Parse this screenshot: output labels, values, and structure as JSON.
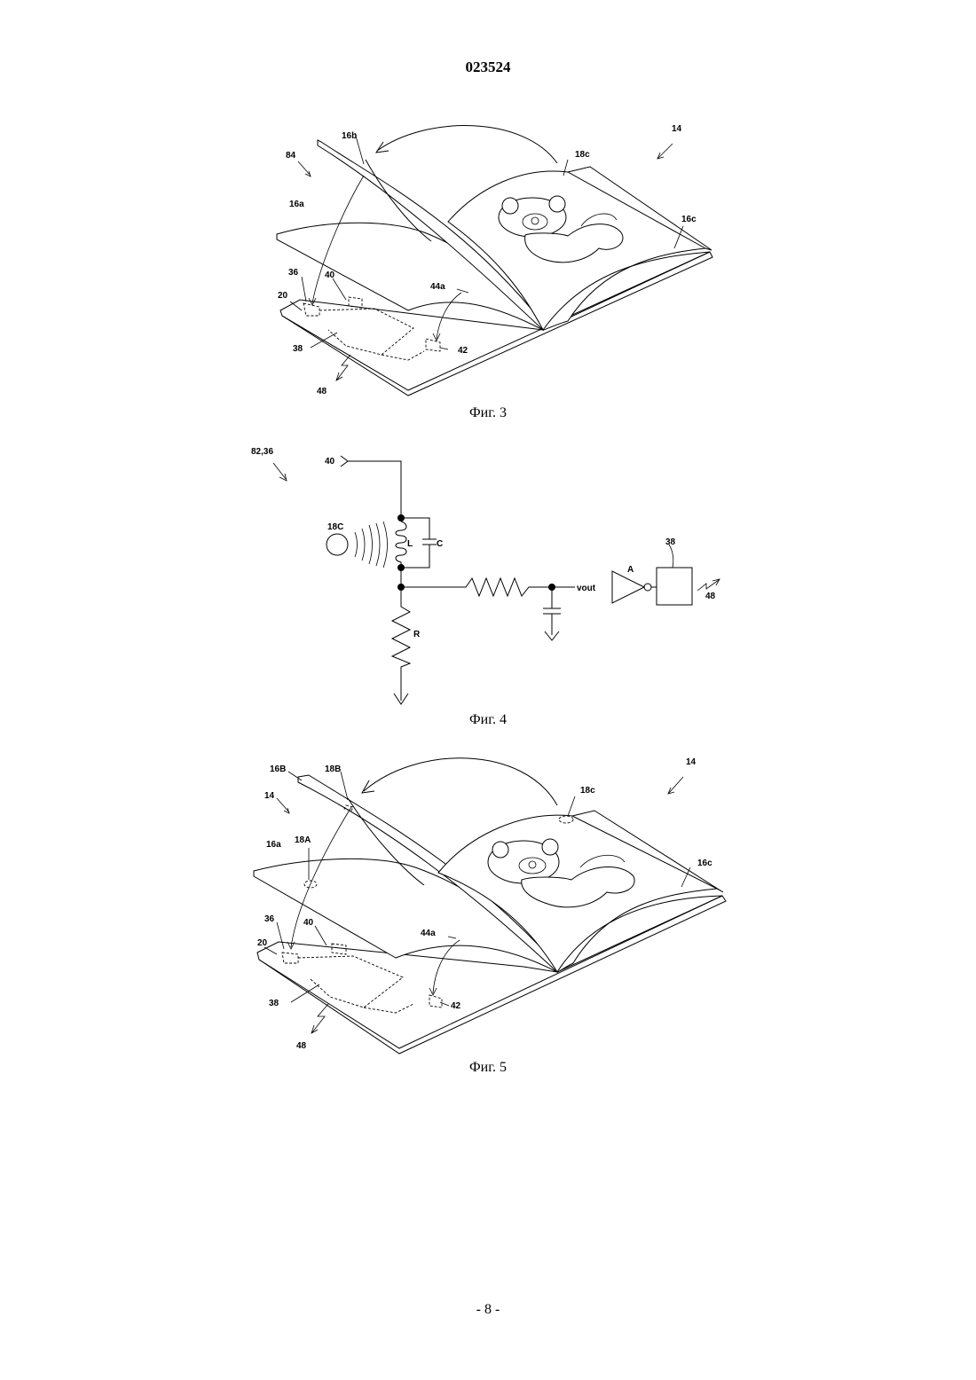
{
  "document": {
    "number": "023524",
    "page": "- 8 -"
  },
  "figures": [
    {
      "caption": "Фиг. 3",
      "labels": {
        "l84": "84",
        "l14": "14",
        "l16b": "16b",
        "l18c": "18c",
        "l16a": "16a",
        "l16c": "16c",
        "l36": "36",
        "l40": "40",
        "l20": "20",
        "l44a": "44a",
        "l38": "38",
        "l42": "42",
        "l48": "48"
      }
    },
    {
      "caption": "Фиг. 4",
      "labels": {
        "l8236": "82,36",
        "l40": "40",
        "l18C": "18C",
        "lL": "L",
        "lC": "C",
        "lR": "R",
        "lA": "A",
        "l38": "38",
        "l48": "48",
        "lvout": "vout"
      }
    },
    {
      "caption": "Фиг. 5",
      "labels": {
        "l16B": "16B",
        "l18B": "18B",
        "l14a": "14",
        "l14b": "14",
        "l18c": "18c",
        "l16a": "16a",
        "l18A": "18A",
        "l16c": "16c",
        "l36": "36",
        "l40": "40",
        "l20": "20",
        "l44a": "44a",
        "l38": "38",
        "l42": "42",
        "l48": "48"
      }
    }
  ]
}
